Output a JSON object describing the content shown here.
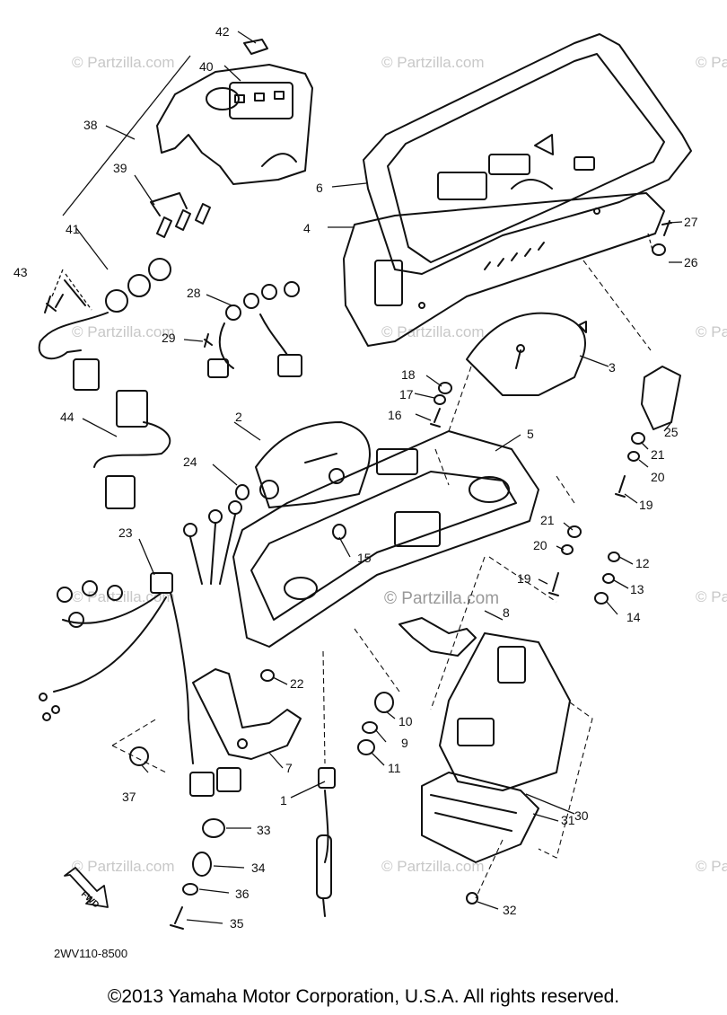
{
  "watermark_text": "© Partzilla.com",
  "center_watermark": "© Partzilla.com",
  "diagram_code": "2WV110-8500",
  "fwd_label": "FWD",
  "copyright": "©2013 Yamaha Motor Corporation, U.S.A. All rights reserved.",
  "part_numbers": {
    "p1": "1",
    "p2": "2",
    "p3": "3",
    "p4": "4",
    "p5": "5",
    "p6": "6",
    "p7": "7",
    "p8": "8",
    "p9": "9",
    "p10": "10",
    "p11": "11",
    "p12": "12",
    "p13": "13",
    "p14": "14",
    "p15": "15",
    "p16": "16",
    "p17": "17",
    "p18": "18",
    "p19a": "19",
    "p19b": "19",
    "p20a": "20",
    "p20b": "20",
    "p21a": "21",
    "p21b": "21",
    "p22": "22",
    "p23": "23",
    "p24": "24",
    "p25": "25",
    "p26": "26",
    "p27": "27",
    "p28": "28",
    "p29": "29",
    "p30": "30",
    "p31": "31",
    "p32": "32",
    "p33": "33",
    "p34": "34",
    "p35": "35",
    "p36": "36",
    "p37": "37",
    "p38": "38",
    "p39": "39",
    "p40": "40",
    "p41": "41",
    "p42": "42",
    "p43": "43",
    "p44": "44"
  }
}
